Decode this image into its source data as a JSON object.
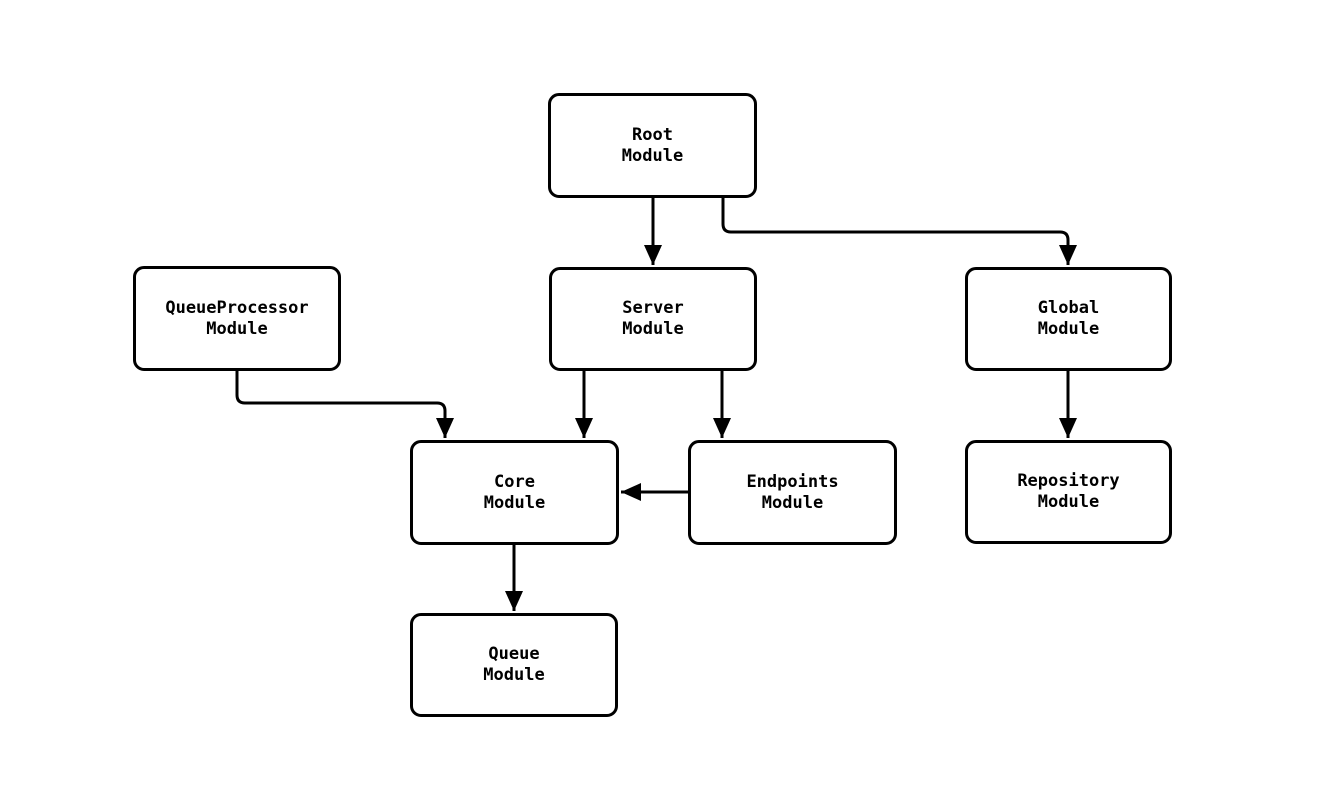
{
  "diagram": {
    "type": "module-dependency-flowchart",
    "colors": {
      "background": "#ffffff",
      "node_fill": "#ffffff",
      "node_border": "#000000",
      "edge": "#000000",
      "text": "#000000"
    },
    "nodes": [
      {
        "id": "root",
        "line1": "Root",
        "line2": "Module"
      },
      {
        "id": "server",
        "line1": "Server",
        "line2": "Module"
      },
      {
        "id": "queueprocessor",
        "line1": "QueueProcessor",
        "line2": "Module"
      },
      {
        "id": "global",
        "line1": "Global",
        "line2": "Module"
      },
      {
        "id": "core",
        "line1": "Core",
        "line2": "Module"
      },
      {
        "id": "endpoints",
        "line1": "Endpoints",
        "line2": "Module"
      },
      {
        "id": "repository",
        "line1": "Repository",
        "line2": "Module"
      },
      {
        "id": "queue",
        "line1": "Queue",
        "line2": "Module"
      }
    ],
    "edges": [
      {
        "from": "Root Module",
        "to": "Server Module"
      },
      {
        "from": "Root Module",
        "to": "Global Module"
      },
      {
        "from": "QueueProcessor Module",
        "to": "Core Module"
      },
      {
        "from": "Server Module",
        "to": "Core Module"
      },
      {
        "from": "Server Module",
        "to": "Endpoints Module"
      },
      {
        "from": "Endpoints Module",
        "to": "Core Module"
      },
      {
        "from": "Global Module",
        "to": "Repository Module"
      },
      {
        "from": "Core Module",
        "to": "Queue Module"
      }
    ]
  }
}
